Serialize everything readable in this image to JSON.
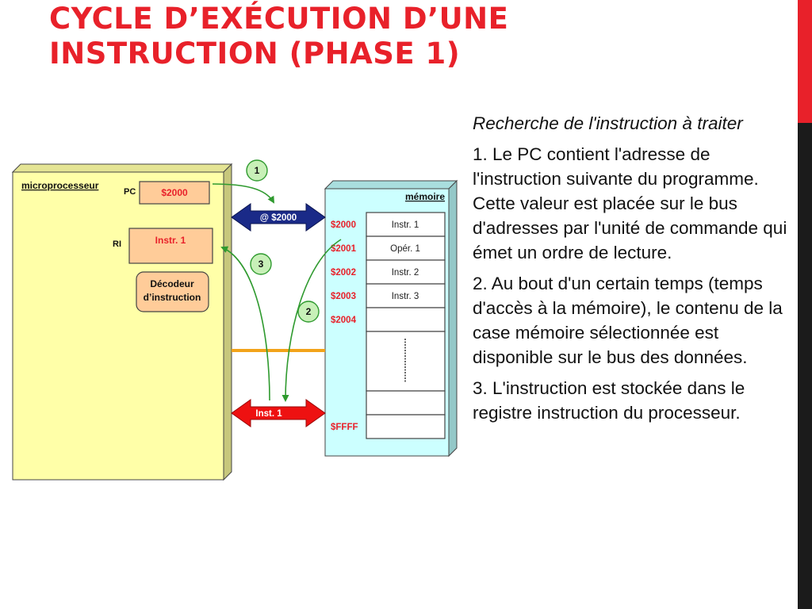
{
  "slide": {
    "title_line1": "CYCLE D’EXÉCUTION D’UNE",
    "title_line2": "INSTRUCTION (PHASE 1)",
    "accent_color": "#e8212a",
    "edge_dark_color": "#1b1b1b"
  },
  "diagram": {
    "cpu_label": "microprocesseur",
    "pc_label": "PC",
    "pc_value": "$2000",
    "ri_label": "RI",
    "ri_value": "Instr. 1",
    "decoder_line1": "Décodeur",
    "decoder_line2": "d’instruction",
    "memory_label": "mémoire",
    "address_bus_label": "@ $2000",
    "data_bus_label": "Inst. 1",
    "step1": "1",
    "step2": "2",
    "step3": "3",
    "addresses": [
      "$2000",
      "$2001",
      "$2002",
      "$2003",
      "$2004",
      "$FFFF"
    ],
    "cells": [
      "Instr. 1",
      "Opér. 1",
      "Instr. 2",
      "Instr. 3",
      "",
      "",
      "",
      ""
    ],
    "colors": {
      "cpu_fill": "#ffffa8",
      "memory_fill": "#ccffff",
      "register_fill": "#ffcc99",
      "address_bus": "#1a2a88",
      "data_bus": "#ee1111",
      "control_line": "#f2a31a",
      "arrows": "#2f9a2f",
      "step_circle": "#c8f0b8"
    }
  },
  "text": {
    "intro": "Recherche de l'instruction à traiter",
    "p1": "1. Le PC contient l'adresse de l'instruction suivante du programme. Cette valeur est placée sur le bus d'adresses par l'unité de commande qui émet un ordre de lecture.",
    "p2": "2. Au bout d'un certain temps (temps d'accès à la mémoire), le contenu de la case mémoire sélectionnée est disponible sur le bus des données.",
    "p3": "3. L'instruction est stockée dans le registre instruction du processeur."
  }
}
